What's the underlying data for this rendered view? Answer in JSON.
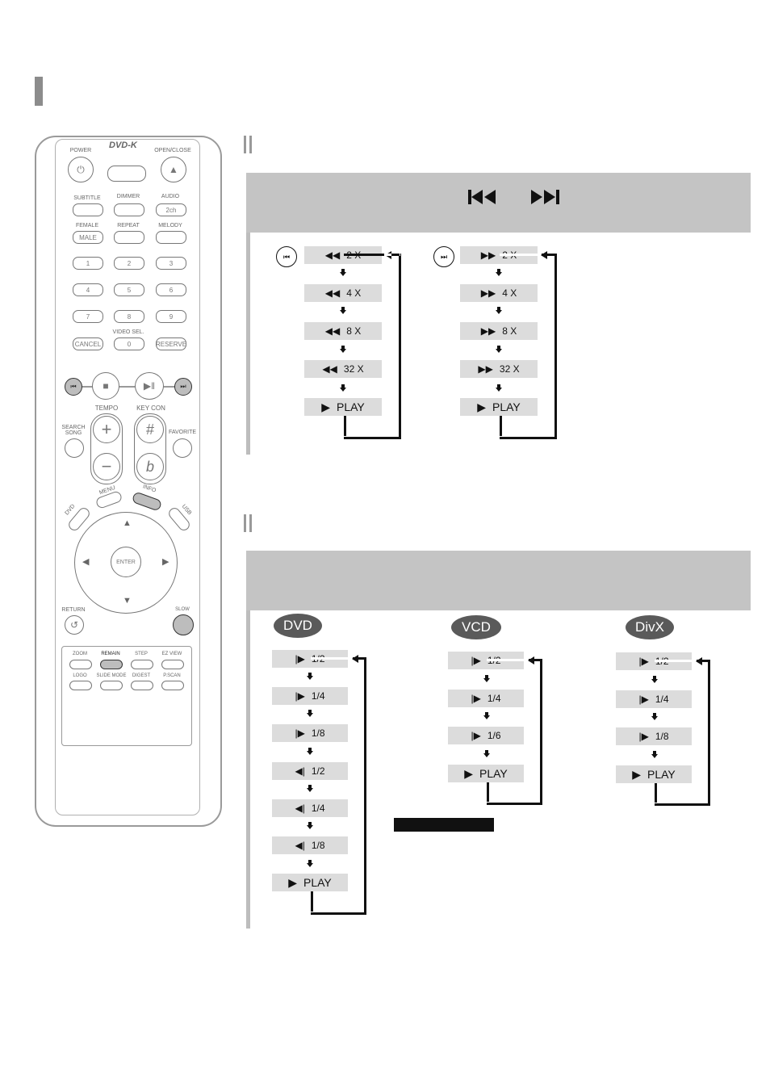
{
  "search_panel": {
    "steps_rev": [
      "2 X",
      "4 X",
      "8 X",
      "32 X"
    ],
    "steps_fwd": [
      "2 X",
      "4 X",
      "8 X",
      "32 X"
    ],
    "play": "PLAY"
  },
  "slow_panel": {
    "dvd": {
      "label": "DVD",
      "steps": [
        "1/2",
        "1/4",
        "1/8",
        "1/2",
        "1/4",
        "1/8"
      ],
      "play": "PLAY"
    },
    "vcd": {
      "label": "VCD",
      "steps": [
        "1/2",
        "1/4",
        "1/6"
      ],
      "play": "PLAY"
    },
    "divx": {
      "label": "DivX",
      "steps": [
        "1/2",
        "1/4",
        "1/8"
      ],
      "play": "PLAY"
    }
  },
  "remote": {
    "brand": "DVD-K",
    "power": "POWER",
    "open_close": "OPEN/CLOSE",
    "subtitle": "SUBTITLE",
    "dimmer": "DIMMER",
    "audio": "AUDIO",
    "audio_2ch": "2ch",
    "female": "FEMALE",
    "male": "MALE",
    "repeat": "REPEAT",
    "melody": "MELODY",
    "num": [
      "1",
      "2",
      "3",
      "4",
      "5",
      "6",
      "7",
      "8",
      "9"
    ],
    "cancel": "CANCEL",
    "video_sel": "VIDEO SEL.",
    "zero": "0",
    "reserve": "RESERVE",
    "tempo": "TEMPO",
    "key_con": "KEY CON",
    "search_song": "SEARCH SONG",
    "favorite": "FAVORITE",
    "menu": "MENU",
    "info": "INFO",
    "dvd": "DVD",
    "usb": "USB",
    "enter": "ENTER",
    "return": "RETURN",
    "slow": "SLOW",
    "zoom": "ZOOM",
    "remain": "REMAIN",
    "step": "STEP",
    "ez_view": "EZ VIEW",
    "logo": "LOGO",
    "slide_mode": "SLIDE MODE",
    "digest": "DIGEST",
    "p_scan": "P.SCAN"
  }
}
